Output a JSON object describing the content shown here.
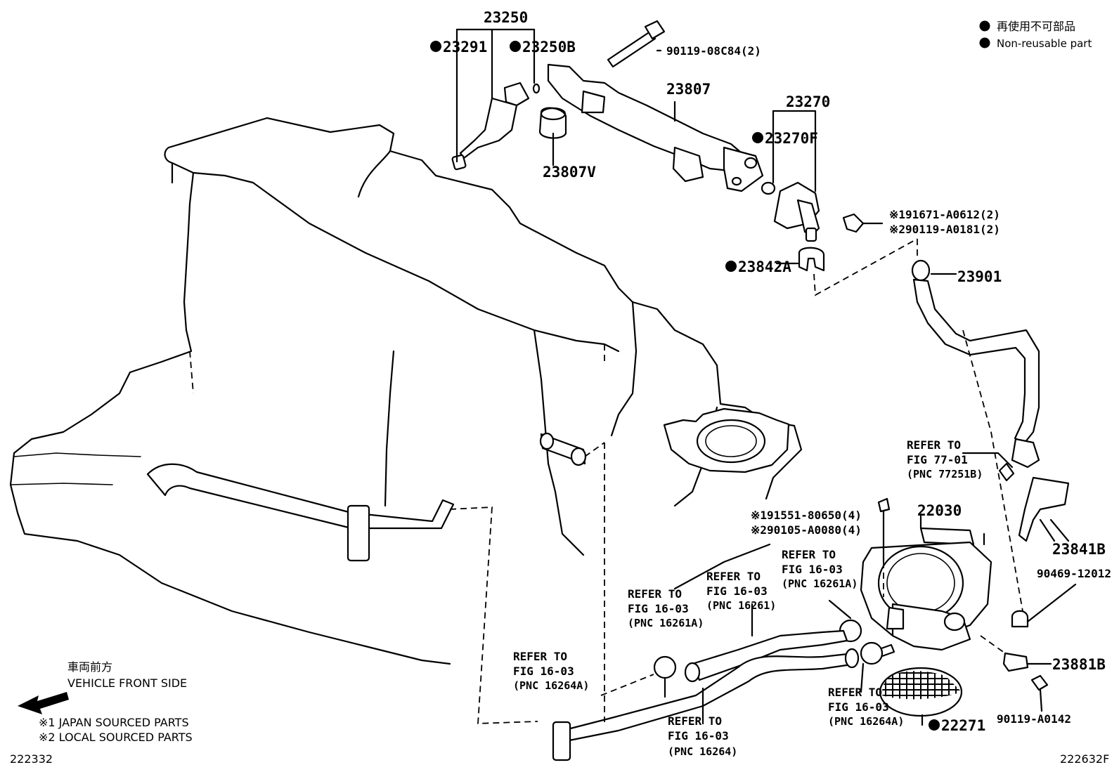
{
  "legend": {
    "jp": "再使用不可部品",
    "en": "Non-reusable part"
  },
  "parts": {
    "p23250": "23250",
    "p23291": "23291",
    "p23250b": "23250B",
    "p9011908c84": "90119-08C84(2)",
    "p23807": "23807",
    "p23807v": "23807V",
    "p23270": "23270",
    "p23270f": "23270F",
    "p191671": "※191671-A0612(2)",
    "p290119": "※290119-A0181(2)",
    "p23842a": "23842A",
    "p23901": "23901",
    "p22030": "22030",
    "p191551": "※191551-80650(4)",
    "p290105": "※290105-A0080(4)",
    "p23841b": "23841B",
    "p9046912012": "90469-12012",
    "p23881b": "23881B",
    "p90119a0142": "90119-A0142",
    "p22271": "22271"
  },
  "refs": {
    "r7701_a": "REFER TO",
    "r7701_b": "FIG 77-01",
    "r7701_c": "(PNC 77251B)",
    "r1603a_a": "REFER TO",
    "r1603a_b": "FIG 16-03",
    "r1603a_c": "(PNC 16261A)",
    "r1603b_a": "REFER TO",
    "r1603b_b": "FIG 16-03",
    "r1603b_c": "(PNC 16261)",
    "r1603c_a": "REFER TO",
    "r1603c_b": "FIG 16-03",
    "r1603c_c": "(PNC 16261A)",
    "r1603d_a": "REFER TO",
    "r1603d_b": "FIG 16-03",
    "r1603d_c": "(PNC 16264A)",
    "r1603e_a": "REFER TO",
    "r1603e_b": "FIG 16-03",
    "r1603e_c": "(PNC 16264)",
    "r1603f_a": "REFER TO",
    "r1603f_b": "FIG 16-03",
    "r1603f_c": "(PNC 16264A)"
  },
  "footer": {
    "front_jp": "車両前方",
    "front_en": "VEHICLE FRONT SIDE",
    "note1": "※1 JAPAN SOURCED PARTS",
    "note2": "※2 LOCAL SOURCED PARTS",
    "code_left": "222332",
    "code_right": "222632F"
  }
}
